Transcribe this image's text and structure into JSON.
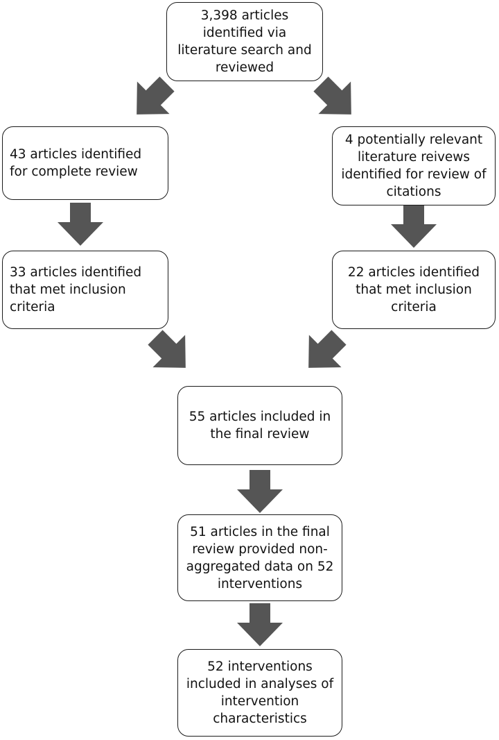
{
  "flow": {
    "start": "3,398 articles identified via literature search and reviewed",
    "left_step1": "43 articles identified for complete review",
    "right_step1": "4 potentially relevant literature reivews identified for review of citations",
    "left_step2": "33 articles identified that met inclusion criteria",
    "right_step2": "22 articles identified that met inclusion criteria",
    "final_review": "55 articles included in the final review",
    "non_aggregated": "51 articles in the final review provided non-aggregated data on 52 interventions",
    "analyses": "52 interventions included in analyses of intervention characteristics"
  },
  "colors": {
    "arrow": "#555555",
    "border": "#1a1a1a"
  }
}
